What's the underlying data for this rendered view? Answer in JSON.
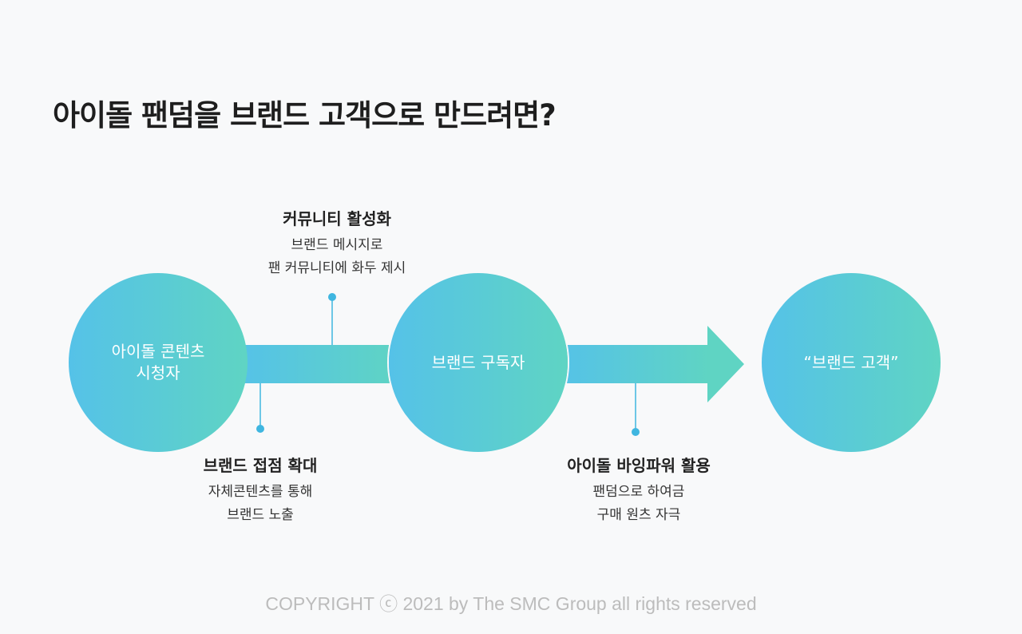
{
  "title": "아이돌 팬덤을 브랜드 고객으로 만드려면?",
  "stages": [
    {
      "label": "아이돌 콘텐츠\n시청자"
    },
    {
      "label": "브랜드 구독자"
    },
    {
      "label": "“브랜드 고객”"
    }
  ],
  "annotations": {
    "community": {
      "title": "커뮤니티 활성화",
      "lines": [
        "브랜드 메시지로",
        "팬 커뮤니티에 화두 제시"
      ]
    },
    "exposure": {
      "title": "브랜드 접점 확대",
      "lines": [
        "자체콘텐츠를 통해",
        "브랜드 노출"
      ]
    },
    "buying": {
      "title": "아이돌 바잉파워 활용",
      "lines": [
        "팬덤으로 하여금",
        "구매 원츠 자극"
      ]
    }
  },
  "footer": {
    "copyright": "COPYRIGHT ⓒ 2021 by The SMC Group all rights reserved"
  },
  "colors": {
    "gradient_start": "#55c2e8",
    "gradient_end": "#5fd4c3",
    "connector": "#3fb6e0"
  }
}
